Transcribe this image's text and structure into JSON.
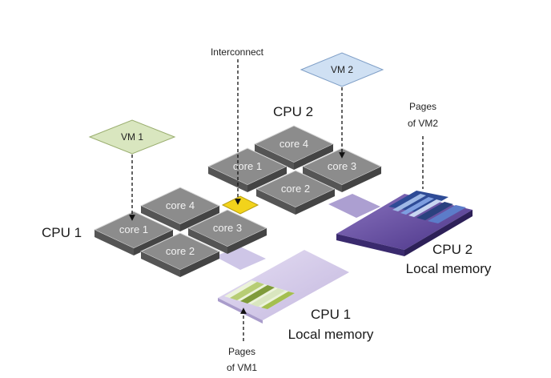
{
  "labels": {
    "interconnect": "Interconnect",
    "vm1": "VM 1",
    "vm2": "VM 2",
    "cpu1": "CPU 1",
    "cpu2": "CPU 2",
    "pages_vm2_line1": "Pages",
    "pages_vm2_line2": "of VM2",
    "pages_vm1_line1": "Pages",
    "pages_vm1_line2": "of VM1",
    "mem2_line1": "CPU 2",
    "mem2_line2": "Local memory",
    "mem1_line1": "CPU 1",
    "mem1_line2": "Local memory"
  },
  "cpu1_cores": [
    "core 4",
    "core 1",
    "core 3",
    "core 2"
  ],
  "cpu2_cores": [
    "core 4",
    "core 1",
    "core 3",
    "core 2"
  ],
  "colors": {
    "core_top": "#8c8c8c",
    "core_side": "#5a5a5a",
    "vm1_fill": "#d9e6bf",
    "vm2_fill": "#cfe0f3",
    "interconnect_fill": "#f2d31b",
    "mem1_fill": "#d5cce8",
    "mem2_fill": "#6f58a6",
    "vm1_pages": "#a4bf4e",
    "vm2_pages": "#3d5fb0"
  }
}
